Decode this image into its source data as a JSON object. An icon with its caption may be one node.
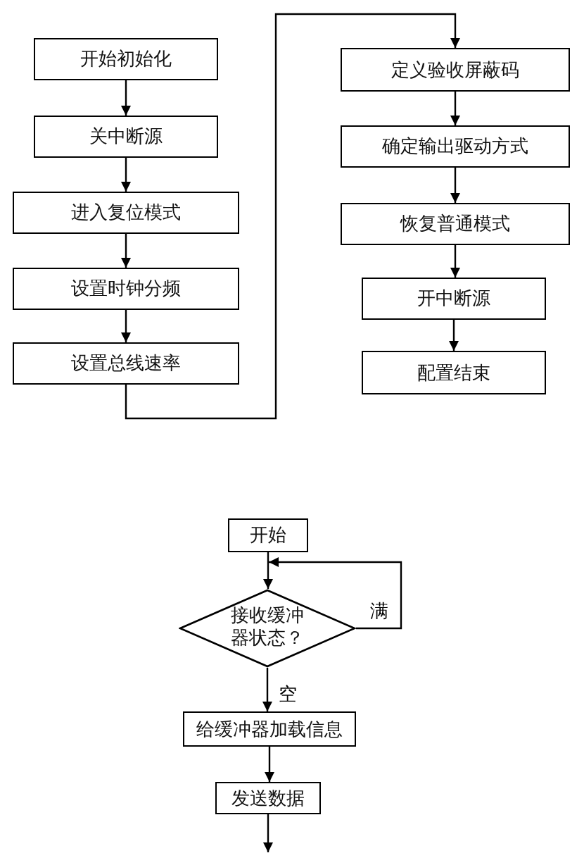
{
  "diagram": {
    "nodes": [
      {
        "text": [
          "开始初始化"
        ]
      },
      {
        "text": [
          "关中断源"
        ]
      },
      {
        "text": [
          "进入复位模式"
        ]
      },
      {
        "text": [
          "设置时钟分频"
        ]
      },
      {
        "text": [
          "设置总线速率"
        ]
      },
      {
        "text": [
          "定义验收屏蔽码"
        ]
      },
      {
        "text": [
          "确定输出驱动方式"
        ]
      },
      {
        "text": [
          "恢复普通模式"
        ]
      },
      {
        "text": [
          "开中断源"
        ]
      },
      {
        "text": [
          "配置结束"
        ]
      },
      {
        "text": [
          "开始"
        ]
      },
      {
        "text": [
          "接收缓冲器状态？"
        ]
      },
      {
        "text": [
          "给缓冲器加载信息"
        ]
      },
      {
        "text": [
          "发送数据"
        ]
      }
    ],
    "edges": [
      {
        "from": 0,
        "to": 1,
        "arrow": "to"
      },
      {
        "from": 1,
        "to": 2,
        "arrow": "to"
      },
      {
        "from": 2,
        "to": 3,
        "arrow": "to"
      },
      {
        "from": 3,
        "to": 4,
        "arrow": "to"
      },
      {
        "from": 4,
        "to": 5,
        "arrow": "to"
      },
      {
        "from": 5,
        "to": 6,
        "arrow": "to"
      },
      {
        "from": 6,
        "to": 7,
        "arrow": "to"
      },
      {
        "from": 7,
        "to": 8,
        "arrow": "to"
      },
      {
        "from": 8,
        "to": 9,
        "arrow": "to"
      },
      {
        "from": 10,
        "to": 11,
        "arrow": "to"
      },
      {
        "from": 11,
        "to": 11,
        "arrow": "to",
        "label": "满"
      },
      {
        "from": 11,
        "to": 12,
        "arrow": "to",
        "label": "空"
      },
      {
        "from": 12,
        "to": 13,
        "arrow": "to"
      },
      {
        "from": 13,
        "to": null,
        "arrow": "to"
      }
    ]
  }
}
